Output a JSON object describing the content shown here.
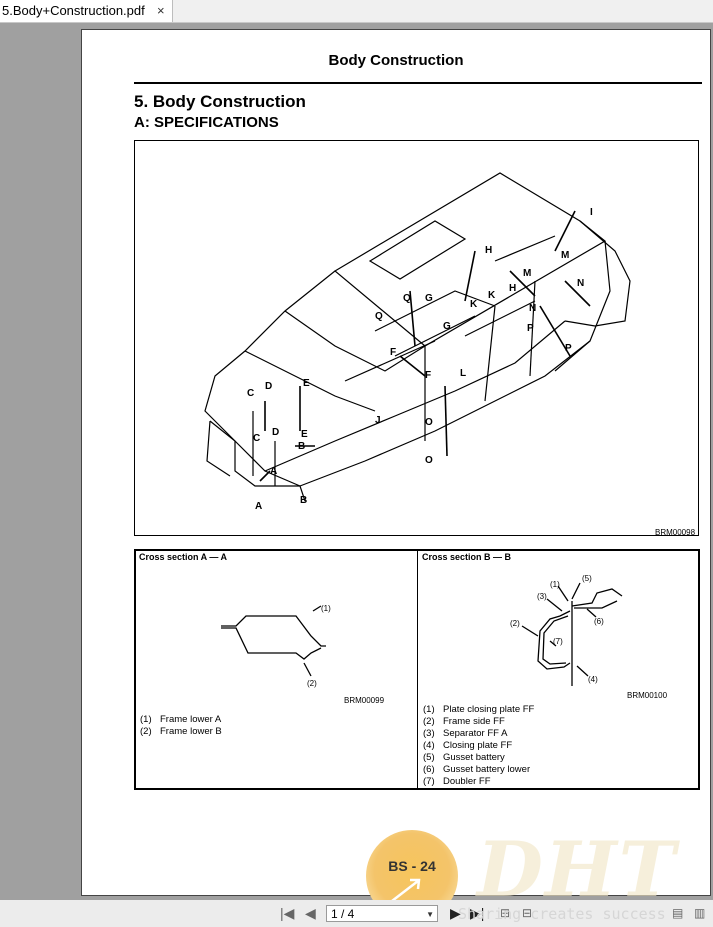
{
  "tab": {
    "title": "5.Body+Construction.pdf",
    "close": "×"
  },
  "page": {
    "header": "Body Construction",
    "section_title": "5.  Body Construction",
    "subsection_title": "A:  SPECIFICATIONS",
    "figure_code": "BRM00098",
    "callouts": [
      "A",
      "B",
      "C",
      "D",
      "E",
      "F",
      "G",
      "H",
      "I",
      "J",
      "K",
      "L",
      "M",
      "N",
      "O",
      "P",
      "Q"
    ],
    "cross_section_a": {
      "title": "Cross section A — A",
      "code": "BRM00099",
      "callouts": [
        "(1)",
        "(2)"
      ],
      "items": [
        {
          "num": "(1)",
          "label": "Frame lower A"
        },
        {
          "num": "(2)",
          "label": "Frame lower B"
        }
      ]
    },
    "cross_section_b": {
      "title": "Cross section B — B",
      "code": "BRM00100",
      "callouts": [
        "(1)",
        "(2)",
        "(3)",
        "(4)",
        "(5)",
        "(6)",
        "(7)"
      ],
      "items": [
        {
          "num": "(1)",
          "label": "Plate closing plate FF"
        },
        {
          "num": "(2)",
          "label": "Frame side FF"
        },
        {
          "num": "(3)",
          "label": "Separator FF A"
        },
        {
          "num": "(4)",
          "label": "Closing plate FF"
        },
        {
          "num": "(5)",
          "label": "Gusset battery"
        },
        {
          "num": "(6)",
          "label": "Gusset battery lower"
        },
        {
          "num": "(7)",
          "label": "Doubler FF"
        }
      ]
    },
    "page_number": "BS - 24",
    "watermark": "DHT"
  },
  "toolbar": {
    "page_field": "1 / 4",
    "slogan": "Sharing creates success",
    "icons": [
      "first-page-icon",
      "prev-page-icon",
      "next-page-icon",
      "last-page-icon",
      "fit-page-icon",
      "fit-width-icon",
      "single-page-icon",
      "two-page-icon"
    ]
  },
  "colors": {
    "background": "#a0a0a0",
    "page": "#ffffff",
    "badge": "#f6c55c"
  }
}
